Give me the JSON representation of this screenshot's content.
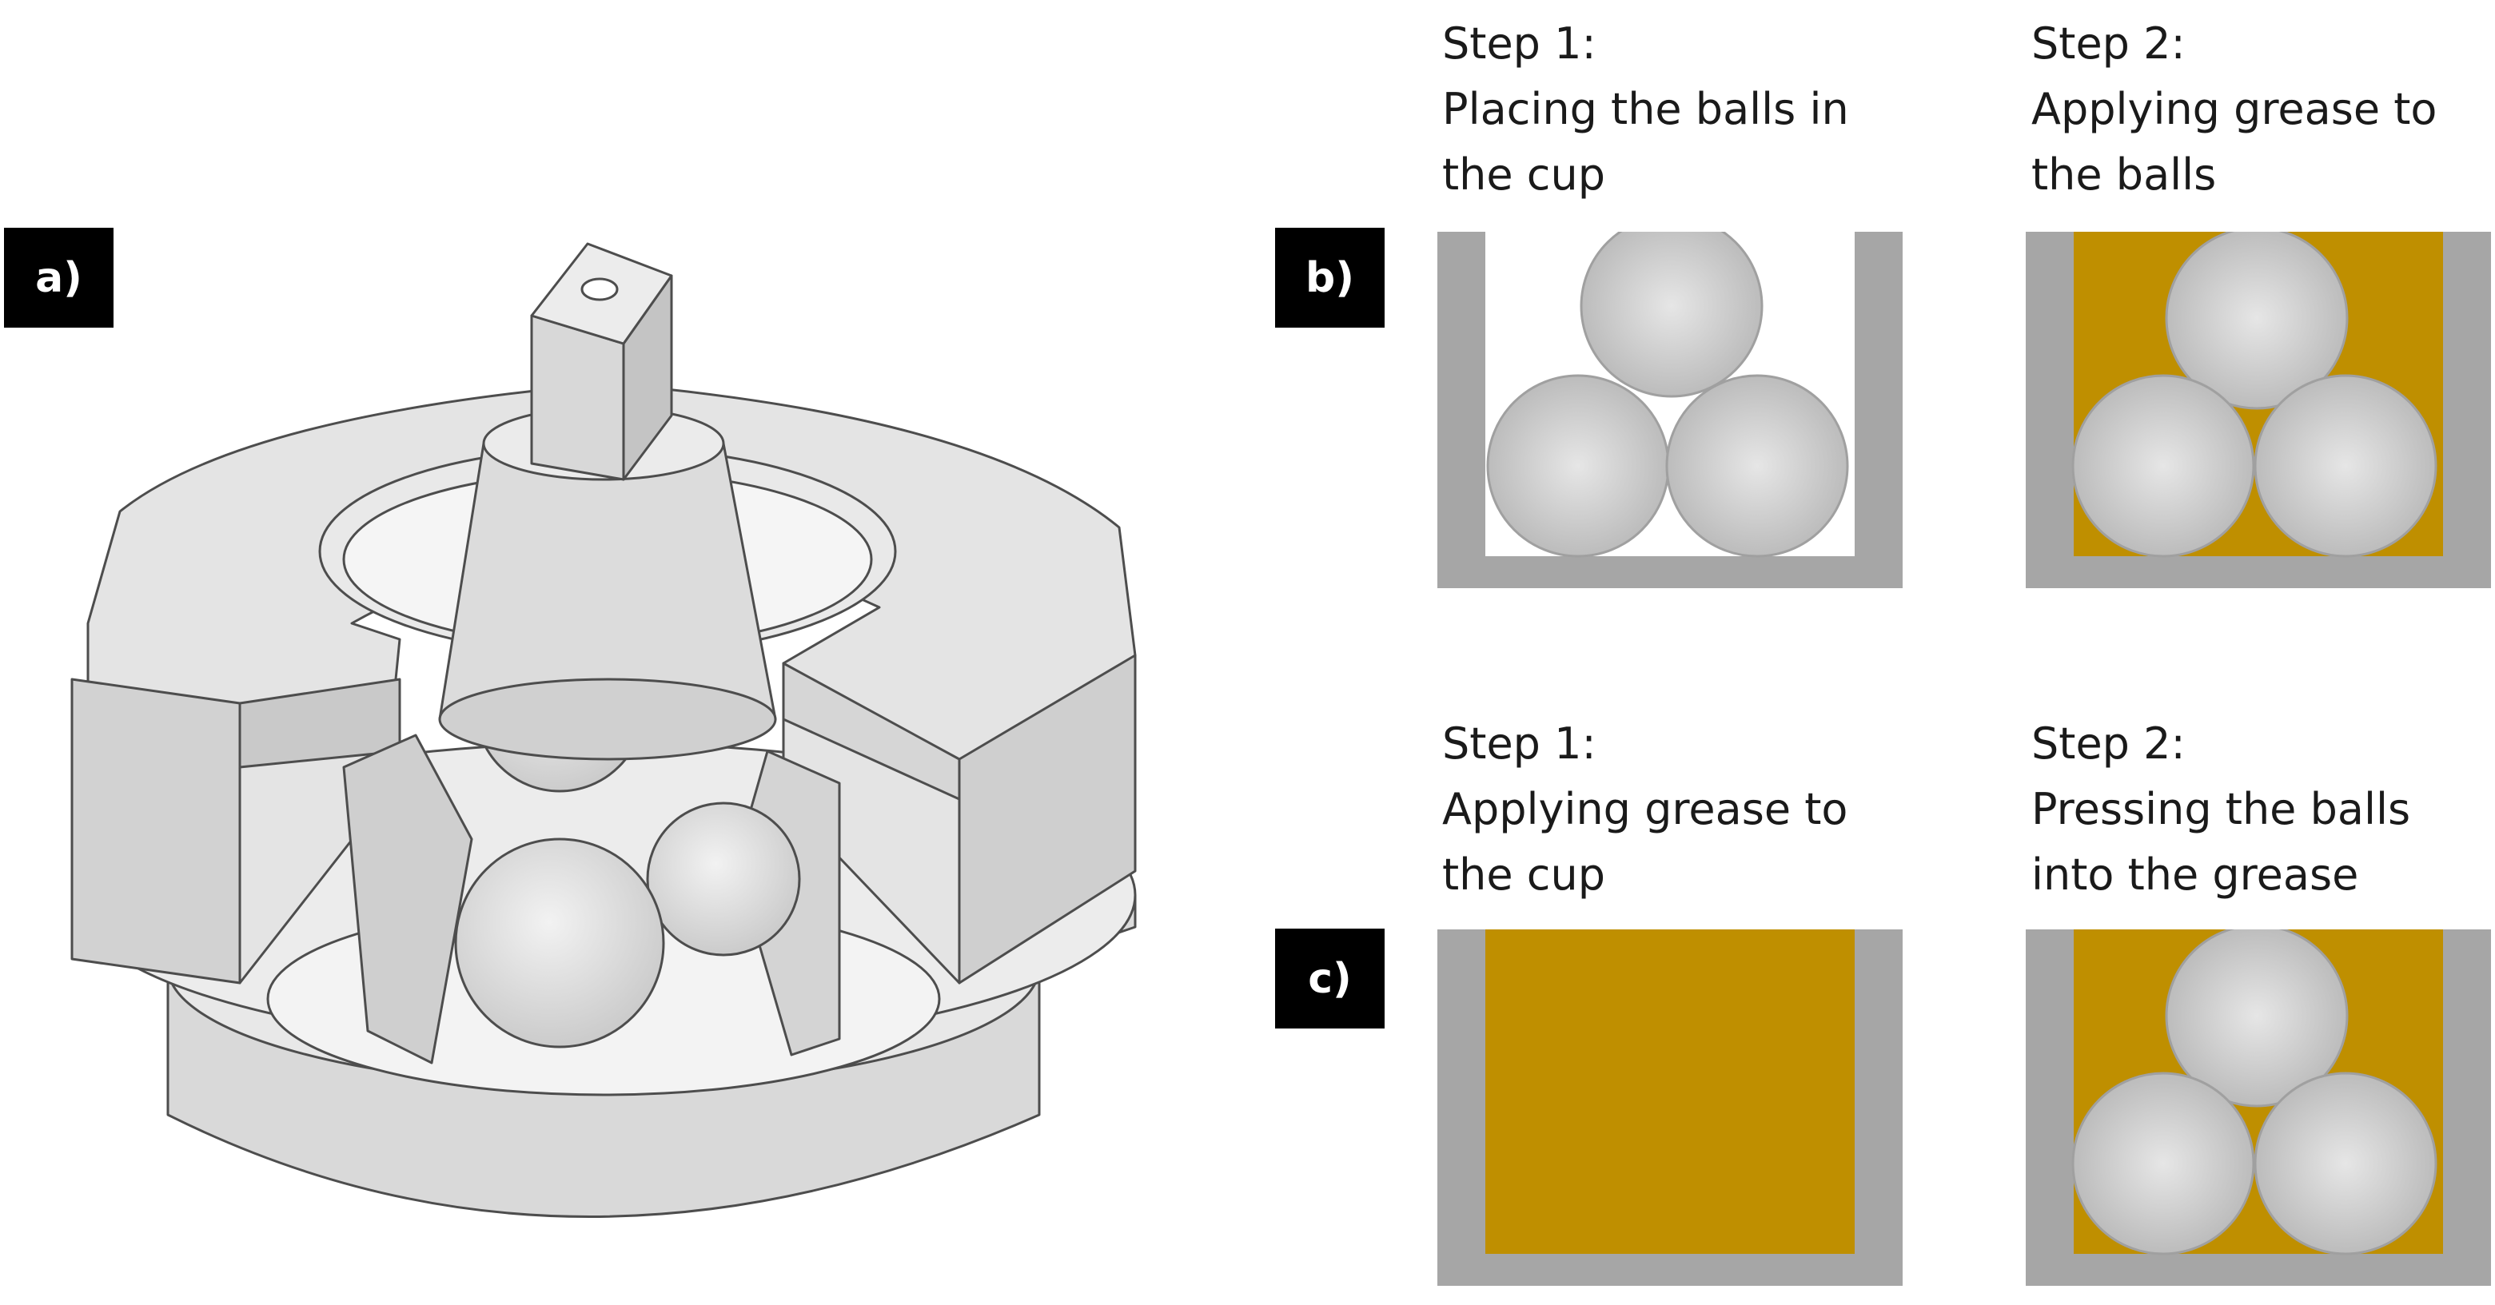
{
  "labels": {
    "a": "a)",
    "b": "b)",
    "c": "c)"
  },
  "procedures": {
    "b": {
      "step1": {
        "heading": "Step 1:",
        "line1": "Placing the balls in",
        "line2": "the cup"
      },
      "step2": {
        "heading": "Step 2:",
        "line1": "Applying grease to",
        "line2": "the balls"
      }
    },
    "c": {
      "step1": {
        "heading": "Step 1:",
        "line1": "Applying grease to",
        "line2": "the cup"
      },
      "step2": {
        "heading": "Step 2:",
        "line1": "Pressing the balls",
        "line2": "into the grease"
      }
    }
  },
  "colors": {
    "cup_wall": "#a6a6a6",
    "grease": "#bf8f00",
    "ball_center": "#e6e6e6",
    "ball_edge": "#bcbcbc",
    "label_bg": "#000000",
    "label_text": "#ffffff"
  }
}
